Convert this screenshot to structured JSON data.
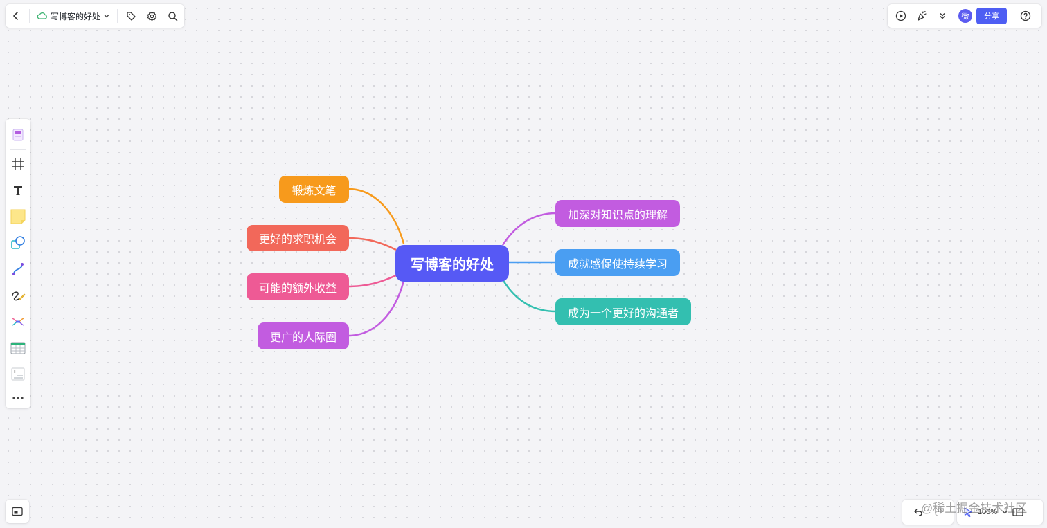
{
  "app": {
    "doc_title": "写博客的好处",
    "share_label": "分享",
    "avatar_text": "微",
    "zoom_level": "100%",
    "watermark": "@稀土掘金技术社区"
  },
  "icons": {
    "top_left": [
      "back-arrow-icon",
      "cloud-sync-icon",
      "chevron-down-icon",
      "tag-icon",
      "gear-icon",
      "search-icon"
    ],
    "top_right": [
      "play-icon",
      "celebrate-icon",
      "double-chevron-down-icon",
      "help-icon"
    ],
    "left_toolbar": [
      "template-icon",
      "frame-icon",
      "text-icon",
      "sticky-note-icon",
      "shape-icon",
      "connector-icon",
      "pen-icon",
      "mindmap-icon",
      "table-icon",
      "text-card-icon",
      "more-icon"
    ],
    "bottom": [
      "minimap-icon",
      "undo-icon",
      "redo-icon",
      "pointer-icon",
      "chevron-down-icon",
      "fit-view-icon"
    ]
  },
  "colors": {
    "accent": "#4e5ef3",
    "root": "#5659f5",
    "orange": "#f79a1c",
    "coral": "#f2685a",
    "pink": "#ee5a95",
    "purple": "#c25ce0",
    "blue": "#4a9ef2",
    "teal": "#33bfb0"
  },
  "mindmap": {
    "root": "写博客的好处",
    "left": [
      {
        "label": "锻炼文笔",
        "color": "#f79a1c"
      },
      {
        "label": "更好的求职机会",
        "color": "#f2685a"
      },
      {
        "label": "可能的额外收益",
        "color": "#ee5a95"
      },
      {
        "label": "更广的人际圈",
        "color": "#c25ce0"
      }
    ],
    "right": [
      {
        "label": "加深对知识点的理解",
        "color": "#c25ce0"
      },
      {
        "label": "成就感促使持续学习",
        "color": "#4a9ef2"
      },
      {
        "label": "成为一个更好的沟通者",
        "color": "#33bfb0"
      }
    ]
  }
}
